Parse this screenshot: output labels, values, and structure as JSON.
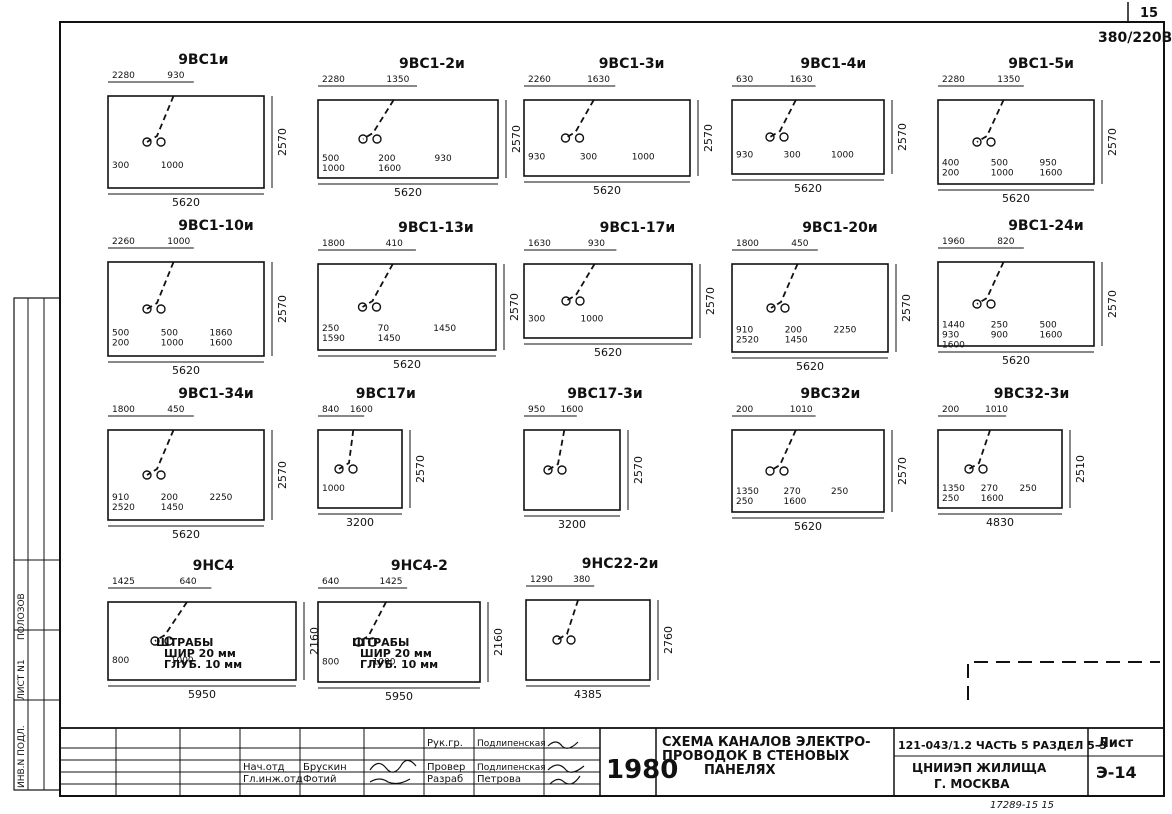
{
  "corner": {
    "sheet_no": "15",
    "voltage": "380/220В"
  },
  "panels": [
    {
      "title": "9ВС1и",
      "dims": [
        "2280",
        "930",
        "300",
        "1000",
        "2570",
        "5620"
      ]
    },
    {
      "title": "9ВС1-2и",
      "dims": [
        "2280",
        "1350",
        "500",
        "200",
        "930",
        "1000",
        "1600",
        "2570",
        "5620"
      ]
    },
    {
      "title": "9ВС1-3и",
      "dims": [
        "2260",
        "1630",
        "930",
        "300",
        "1000",
        "2570",
        "5620"
      ]
    },
    {
      "title": "9ВС1-4и",
      "dims": [
        "630",
        "1630",
        "930",
        "300",
        "1000",
        "2570",
        "5620"
      ]
    },
    {
      "title": "9ВС1-5и",
      "dims": [
        "2280",
        "1350",
        "400",
        "500",
        "950",
        "200",
        "1000",
        "1600",
        "2570",
        "5620"
      ]
    },
    {
      "title": "9ВС1-10и",
      "dims": [
        "2260",
        "1000",
        "500",
        "500",
        "1860",
        "200",
        "1000",
        "1600",
        "2570",
        "5620"
      ]
    },
    {
      "title": "9ВС1-13и",
      "dims": [
        "1800",
        "410",
        "250",
        "70",
        "1450",
        "1590",
        "1450",
        "2570",
        "5620"
      ]
    },
    {
      "title": "9ВС1-17и",
      "dims": [
        "1630",
        "930",
        "300",
        "1000",
        "2570",
        "5620"
      ]
    },
    {
      "title": "9ВС1-20и",
      "dims": [
        "1800",
        "450",
        "910",
        "200",
        "2250",
        "2520",
        "1450",
        "2570",
        "5620"
      ]
    },
    {
      "title": "9ВС1-24и",
      "dims": [
        "1960",
        "820",
        "1440",
        "250",
        "500",
        "930",
        "900",
        "1600",
        "1600",
        "2570",
        "5620"
      ]
    },
    {
      "title": "9ВС1-34и",
      "dims": [
        "1800",
        "450",
        "910",
        "200",
        "2250",
        "2520",
        "1450",
        "2570",
        "5620"
      ]
    },
    {
      "title": "9ВС17и",
      "dims": [
        "840",
        "1600",
        "1000",
        "2570",
        "3200"
      ]
    },
    {
      "title": "9ВС17-3и",
      "dims": [
        "950",
        "1600",
        "2570",
        "3200"
      ]
    },
    {
      "title": "9ВС32и",
      "dims": [
        "200",
        "1010",
        "1350",
        "270",
        "250",
        "250",
        "1600",
        "2570",
        "5620"
      ]
    },
    {
      "title": "9ВС32-3и",
      "dims": [
        "200",
        "1010",
        "1350",
        "270",
        "250",
        "250",
        "1600",
        "2510",
        "4830"
      ]
    },
    {
      "title": "9НС4",
      "dims": [
        "1425",
        "640",
        "800",
        "1000",
        "2160",
        "5950"
      ]
    },
    {
      "title": "9НС4-2",
      "dims": [
        "640",
        "1425",
        "800",
        "1000",
        "2160",
        "5950"
      ]
    },
    {
      "title": "9НС22-2и",
      "dims": [
        "1290",
        "380",
        "2760",
        "4385"
      ]
    }
  ],
  "strip_note": {
    "line1": "ШТРАБЫ",
    "line2": "ШИР 20 мм",
    "line3": "ГЛУБ. 10 мм"
  },
  "side_stamp": {
    "line1": "ИНВ.N ПОДЛ.",
    "line2": "ЛИСТ N1",
    "line3": "ПОЛОЗОВ"
  },
  "title_block": {
    "roles": [
      "Нач.отд",
      "Гл.инж.отд",
      "Рук.гр.",
      "Провер",
      "Разраб"
    ],
    "names": [
      "Брускин",
      "Фотий",
      "Подлипенская",
      "Подлипенская",
      "Петрова"
    ],
    "year": "1980",
    "title_l1": "СХЕМА КАНАЛОВ ЭЛЕКТРО-",
    "title_l2": "ПРОВОДОК В СТЕНОВЫХ",
    "title_l3": "ПАНЕЛЯХ",
    "project_code": "121-043/1.2 ЧАСТЬ 5 РАЗДЕЛ 5-3",
    "org_l1": "ЦНИИЭП ЖИЛИЩА",
    "org_l2": "Г. МОСКВА",
    "sheet_label": "Лист",
    "sheet_number": "Э-14",
    "bottom_code": "17289-15   15"
  }
}
